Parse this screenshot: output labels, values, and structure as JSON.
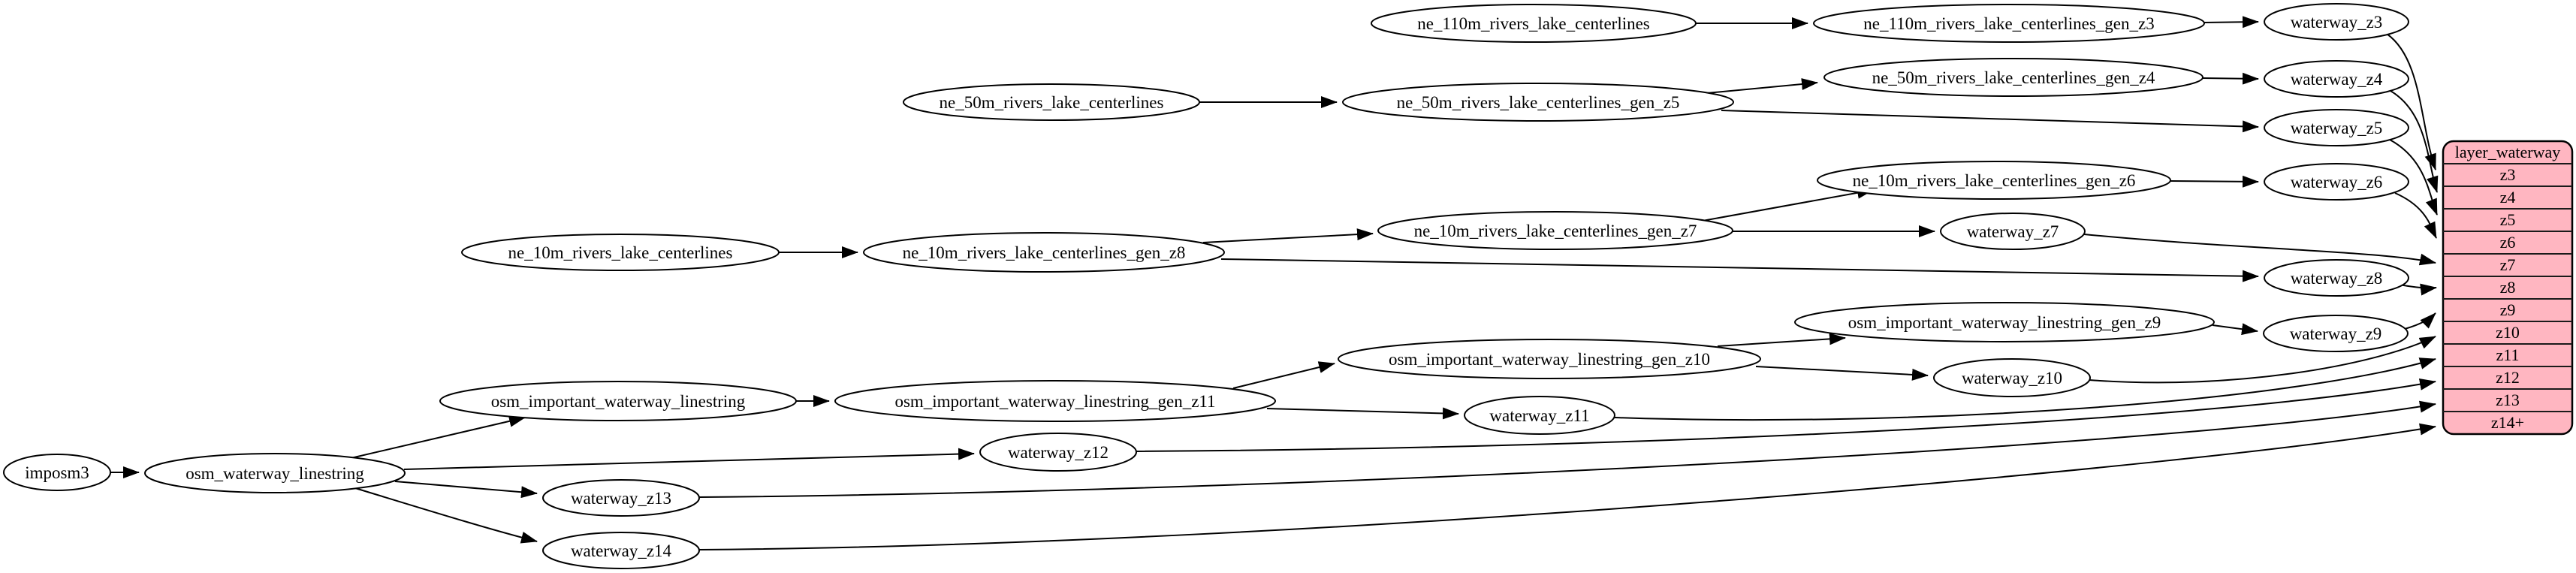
{
  "diagram": {
    "nodes": [
      {
        "id": "imposm3",
        "label": "imposm3"
      },
      {
        "id": "osm_waterway_linestring",
        "label": "osm_waterway_linestring"
      },
      {
        "id": "osm_important_waterway_linestring",
        "label": "osm_important_waterway_linestring"
      },
      {
        "id": "osm_important_waterway_linestring_gen_z11",
        "label": "osm_important_waterway_linestring_gen_z11"
      },
      {
        "id": "osm_important_waterway_linestring_gen_z10",
        "label": "osm_important_waterway_linestring_gen_z10"
      },
      {
        "id": "osm_important_waterway_linestring_gen_z9",
        "label": "osm_important_waterway_linestring_gen_z9"
      },
      {
        "id": "waterway_z9",
        "label": "waterway_z9"
      },
      {
        "id": "waterway_z10",
        "label": "waterway_z10"
      },
      {
        "id": "waterway_z11",
        "label": "waterway_z11"
      },
      {
        "id": "waterway_z12",
        "label": "waterway_z12"
      },
      {
        "id": "waterway_z13",
        "label": "waterway_z13"
      },
      {
        "id": "waterway_z14",
        "label": "waterway_z14"
      },
      {
        "id": "ne_10m_rivers_lake_centerlines",
        "label": "ne_10m_rivers_lake_centerlines"
      },
      {
        "id": "ne_10m_rivers_lake_centerlines_gen_z8",
        "label": "ne_10m_rivers_lake_centerlines_gen_z8"
      },
      {
        "id": "ne_10m_rivers_lake_centerlines_gen_z7",
        "label": "ne_10m_rivers_lake_centerlines_gen_z7"
      },
      {
        "id": "ne_10m_rivers_lake_centerlines_gen_z6",
        "label": "ne_10m_rivers_lake_centerlines_gen_z6"
      },
      {
        "id": "waterway_z6",
        "label": "waterway_z6"
      },
      {
        "id": "waterway_z7",
        "label": "waterway_z7"
      },
      {
        "id": "waterway_z8",
        "label": "waterway_z8"
      },
      {
        "id": "ne_50m_rivers_lake_centerlines",
        "label": "ne_50m_rivers_lake_centerlines"
      },
      {
        "id": "ne_50m_rivers_lake_centerlines_gen_z5",
        "label": "ne_50m_rivers_lake_centerlines_gen_z5"
      },
      {
        "id": "ne_50m_rivers_lake_centerlines_gen_z4",
        "label": "ne_50m_rivers_lake_centerlines_gen_z4"
      },
      {
        "id": "waterway_z4",
        "label": "waterway_z4"
      },
      {
        "id": "waterway_z5",
        "label": "waterway_z5"
      },
      {
        "id": "ne_110m_rivers_lake_centerlines",
        "label": "ne_110m_rivers_lake_centerlines"
      },
      {
        "id": "ne_110m_rivers_lake_centerlines_gen_z3",
        "label": "ne_110m_rivers_lake_centerlines_gen_z3"
      },
      {
        "id": "waterway_z3",
        "label": "waterway_z3"
      }
    ],
    "record": {
      "title": "layer_waterway",
      "rows": [
        "z3",
        "z4",
        "z5",
        "z6",
        "z7",
        "z8",
        "z9",
        "z10",
        "z11",
        "z12",
        "z13",
        "z14+"
      ]
    },
    "edges": [
      {
        "from": "ne_110m_rivers_lake_centerlines",
        "to": "ne_110m_rivers_lake_centerlines_gen_z3"
      },
      {
        "from": "ne_110m_rivers_lake_centerlines_gen_z3",
        "to": "waterway_z3"
      },
      {
        "from": "waterway_z3",
        "to": "layer_waterway:z3"
      },
      {
        "from": "ne_50m_rivers_lake_centerlines",
        "to": "ne_50m_rivers_lake_centerlines_gen_z5"
      },
      {
        "from": "ne_50m_rivers_lake_centerlines_gen_z5",
        "to": "ne_50m_rivers_lake_centerlines_gen_z4"
      },
      {
        "from": "ne_50m_rivers_lake_centerlines_gen_z5",
        "to": "waterway_z5"
      },
      {
        "from": "ne_50m_rivers_lake_centerlines_gen_z4",
        "to": "waterway_z4"
      },
      {
        "from": "waterway_z4",
        "to": "layer_waterway:z4"
      },
      {
        "from": "waterway_z5",
        "to": "layer_waterway:z5"
      },
      {
        "from": "ne_10m_rivers_lake_centerlines",
        "to": "ne_10m_rivers_lake_centerlines_gen_z8"
      },
      {
        "from": "ne_10m_rivers_lake_centerlines_gen_z8",
        "to": "ne_10m_rivers_lake_centerlines_gen_z7"
      },
      {
        "from": "ne_10m_rivers_lake_centerlines_gen_z8",
        "to": "waterway_z8"
      },
      {
        "from": "ne_10m_rivers_lake_centerlines_gen_z7",
        "to": "ne_10m_rivers_lake_centerlines_gen_z6"
      },
      {
        "from": "ne_10m_rivers_lake_centerlines_gen_z7",
        "to": "waterway_z7"
      },
      {
        "from": "ne_10m_rivers_lake_centerlines_gen_z6",
        "to": "waterway_z6"
      },
      {
        "from": "waterway_z6",
        "to": "layer_waterway:z6"
      },
      {
        "from": "waterway_z7",
        "to": "layer_waterway:z7"
      },
      {
        "from": "waterway_z8",
        "to": "layer_waterway:z8"
      },
      {
        "from": "imposm3",
        "to": "osm_waterway_linestring"
      },
      {
        "from": "osm_waterway_linestring",
        "to": "osm_important_waterway_linestring"
      },
      {
        "from": "osm_waterway_linestring",
        "to": "waterway_z12"
      },
      {
        "from": "osm_waterway_linestring",
        "to": "waterway_z13"
      },
      {
        "from": "osm_waterway_linestring",
        "to": "waterway_z14"
      },
      {
        "from": "osm_important_waterway_linestring",
        "to": "osm_important_waterway_linestring_gen_z11"
      },
      {
        "from": "osm_important_waterway_linestring_gen_z11",
        "to": "osm_important_waterway_linestring_gen_z10"
      },
      {
        "from": "osm_important_waterway_linestring_gen_z11",
        "to": "waterway_z11"
      },
      {
        "from": "osm_important_waterway_linestring_gen_z10",
        "to": "osm_important_waterway_linestring_gen_z9"
      },
      {
        "from": "osm_important_waterway_linestring_gen_z10",
        "to": "waterway_z10"
      },
      {
        "from": "osm_important_waterway_linestring_gen_z9",
        "to": "waterway_z9"
      },
      {
        "from": "waterway_z9",
        "to": "layer_waterway:z9"
      },
      {
        "from": "waterway_z10",
        "to": "layer_waterway:z10"
      },
      {
        "from": "waterway_z11",
        "to": "layer_waterway:z11"
      },
      {
        "from": "waterway_z12",
        "to": "layer_waterway:z12"
      },
      {
        "from": "waterway_z13",
        "to": "layer_waterway:z13"
      },
      {
        "from": "waterway_z14",
        "to": "layer_waterway:z14+"
      }
    ],
    "colors": {
      "record_fill": "#ffb6c1",
      "node_fill": "#ffffff",
      "stroke": "#000000"
    }
  }
}
